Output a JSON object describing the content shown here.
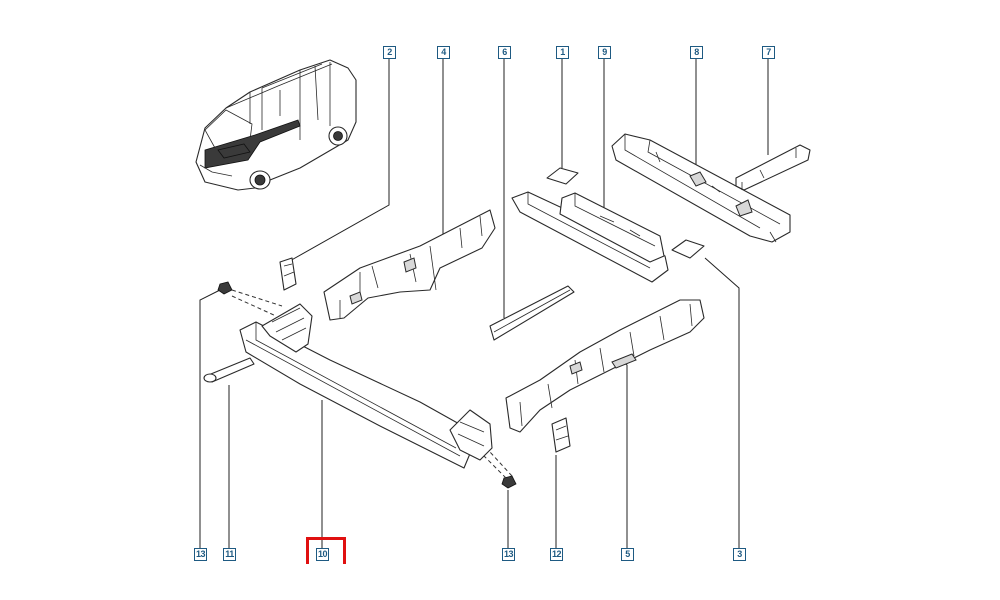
{
  "callouts": {
    "c2": "2",
    "c4": "4",
    "c6": "6",
    "c1": "1",
    "c9": "9",
    "c8": "8",
    "c7": "7",
    "c13a": "13",
    "c11": "11",
    "c10": "10",
    "c13b": "13",
    "c12": "12",
    "c5": "5",
    "c3": "3"
  },
  "colors": {
    "callout_border": "#1e5a82",
    "highlight": "#e01010",
    "line_art": "#2a2a2a"
  },
  "highlighted_callout": "10"
}
